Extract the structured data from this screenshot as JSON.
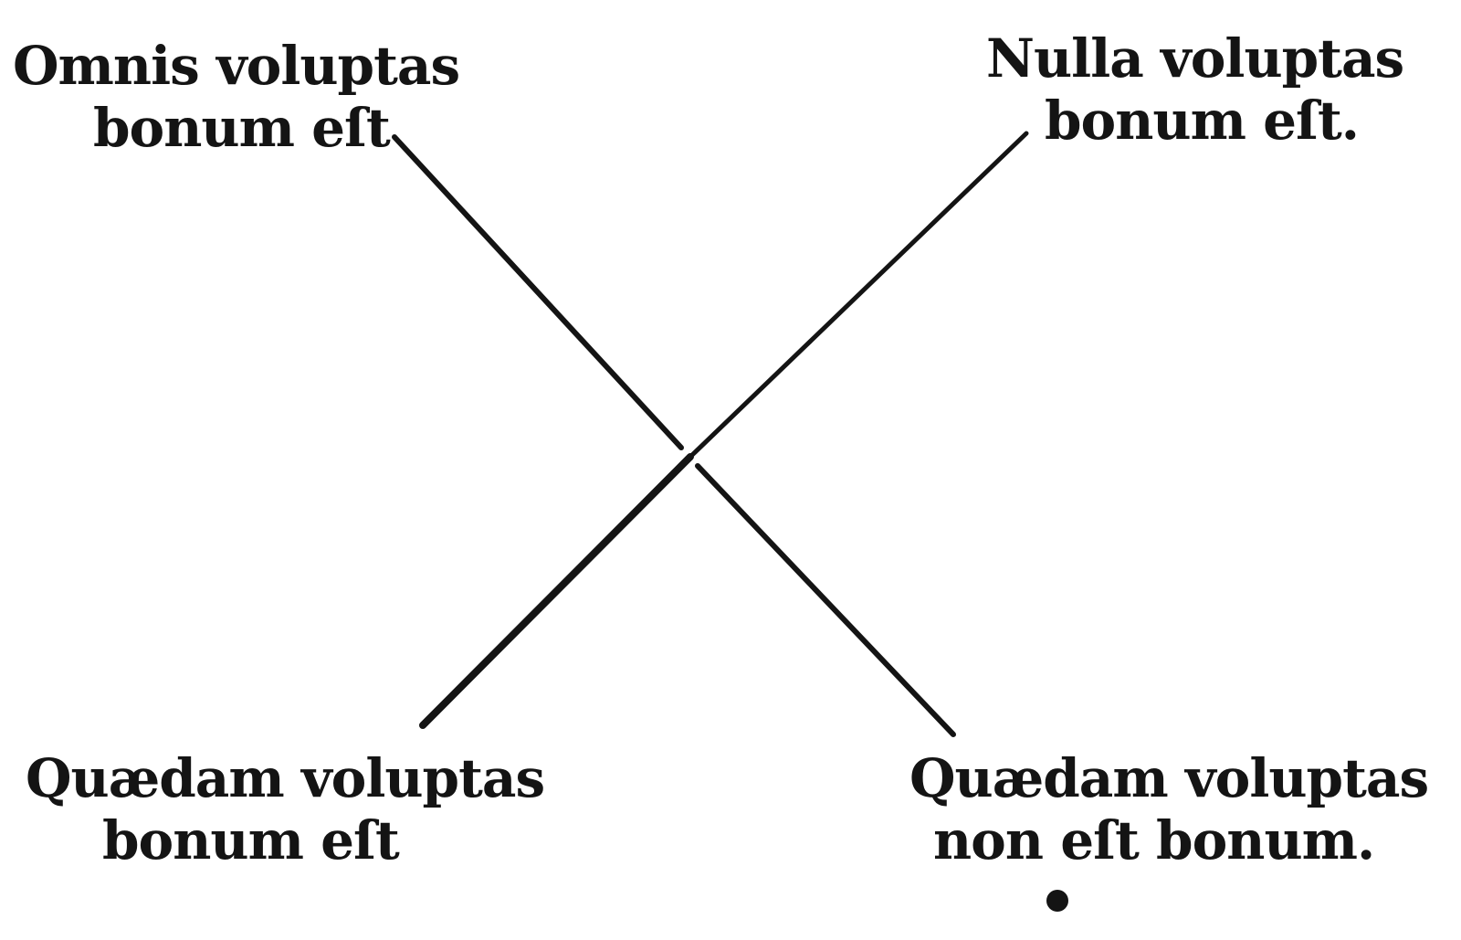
{
  "diagram": {
    "type": "square-of-opposition",
    "ink_color": "#141414",
    "propositions": {
      "top_left": {
        "line1": "Omnis voluptas",
        "line2": "bonum eſt"
      },
      "top_right": {
        "line1": "Nulla voluptas",
        "line2": "bonum eſt."
      },
      "bottom_left": {
        "line1": "Quædam voluptas",
        "line2": "bonum eſt"
      },
      "bottom_right": {
        "line1": "Quædam voluptas",
        "line2": "non eſt bonum."
      }
    }
  }
}
